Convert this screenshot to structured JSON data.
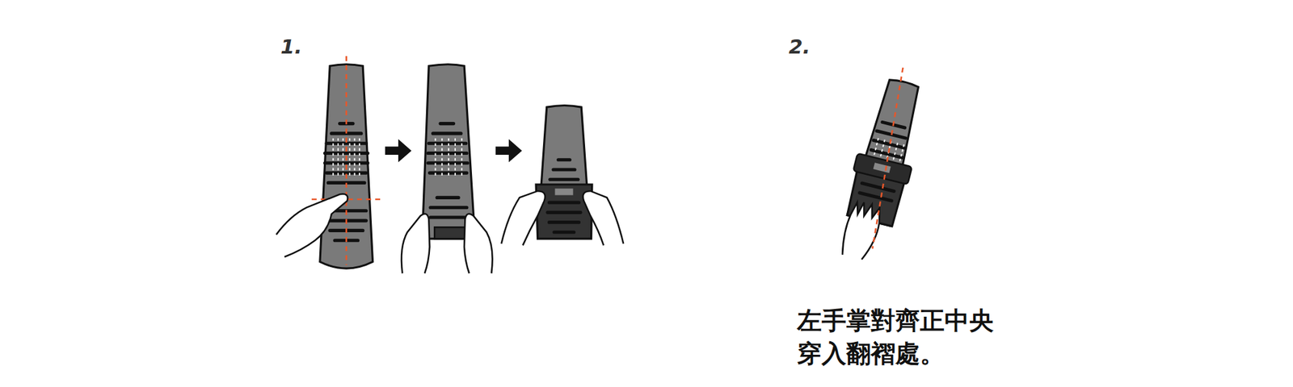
{
  "diagram": {
    "labels": [
      "1.",
      "2.",
      "左手掌對齊正中央 穿入翻褶處。"
    ]
  }
}
